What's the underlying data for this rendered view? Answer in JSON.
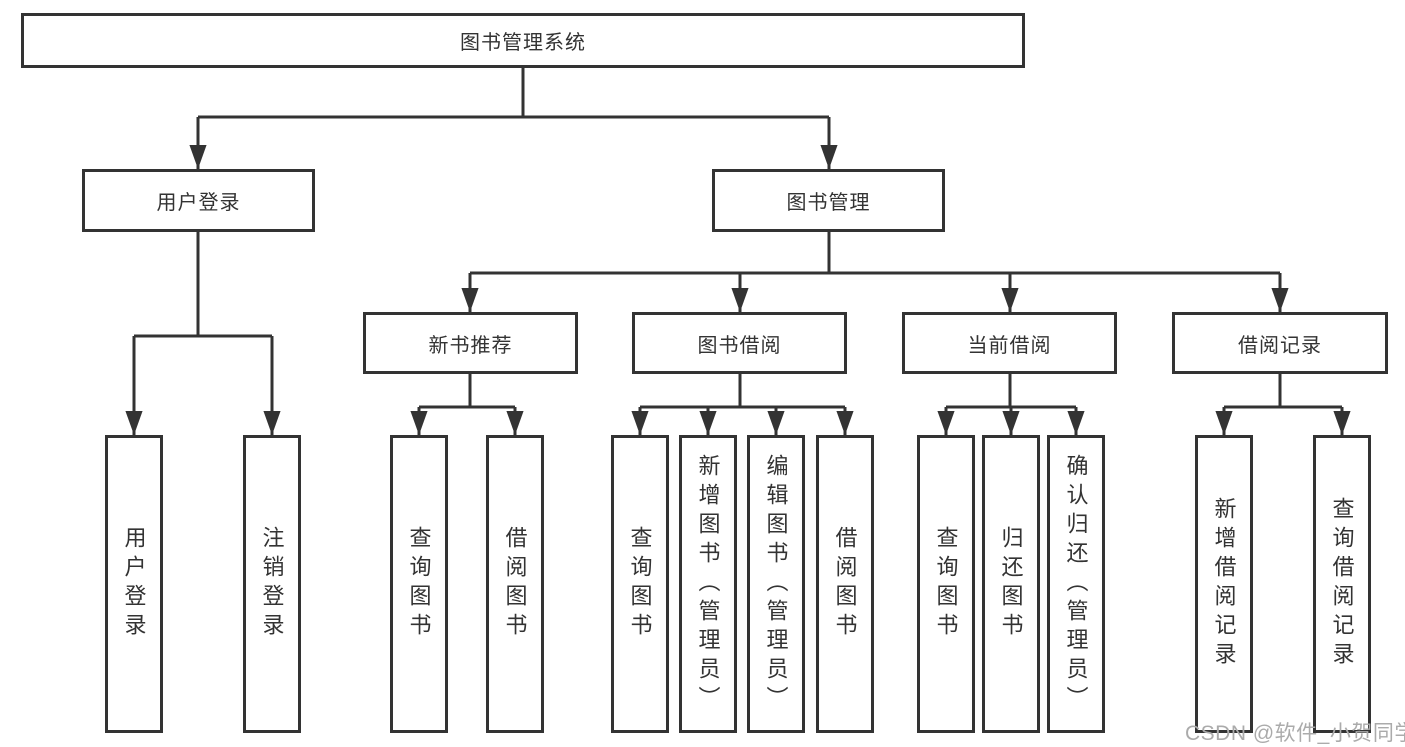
{
  "diagram": {
    "title": "图书管理系统",
    "level2": {
      "user": "用户登录",
      "mgmt": "图书管理"
    },
    "level3": {
      "recommend": "新书推荐",
      "borrow": "图书借阅",
      "current": "当前借阅",
      "records": "借阅记录"
    },
    "leaves": {
      "user": [
        "用户登录",
        "注销登录"
      ],
      "recommend": [
        "查询图书",
        "借阅图书"
      ],
      "borrow": [
        "查询图书",
        "新增图书（管理员）",
        "编辑图书（管理员）",
        "借阅图书"
      ],
      "current": [
        "查询图书",
        "归还图书",
        "确认归还（管理员）"
      ],
      "records": [
        "新增借阅记录",
        "查询借阅记录"
      ]
    },
    "watermark": "CSDN @软件_小贺同学",
    "colors": {
      "line": "#333333",
      "box_border": "#333333",
      "box_fill": "#ffffff",
      "text": "#333333",
      "watermark": "#ababab",
      "background": "#ffffff"
    }
  }
}
